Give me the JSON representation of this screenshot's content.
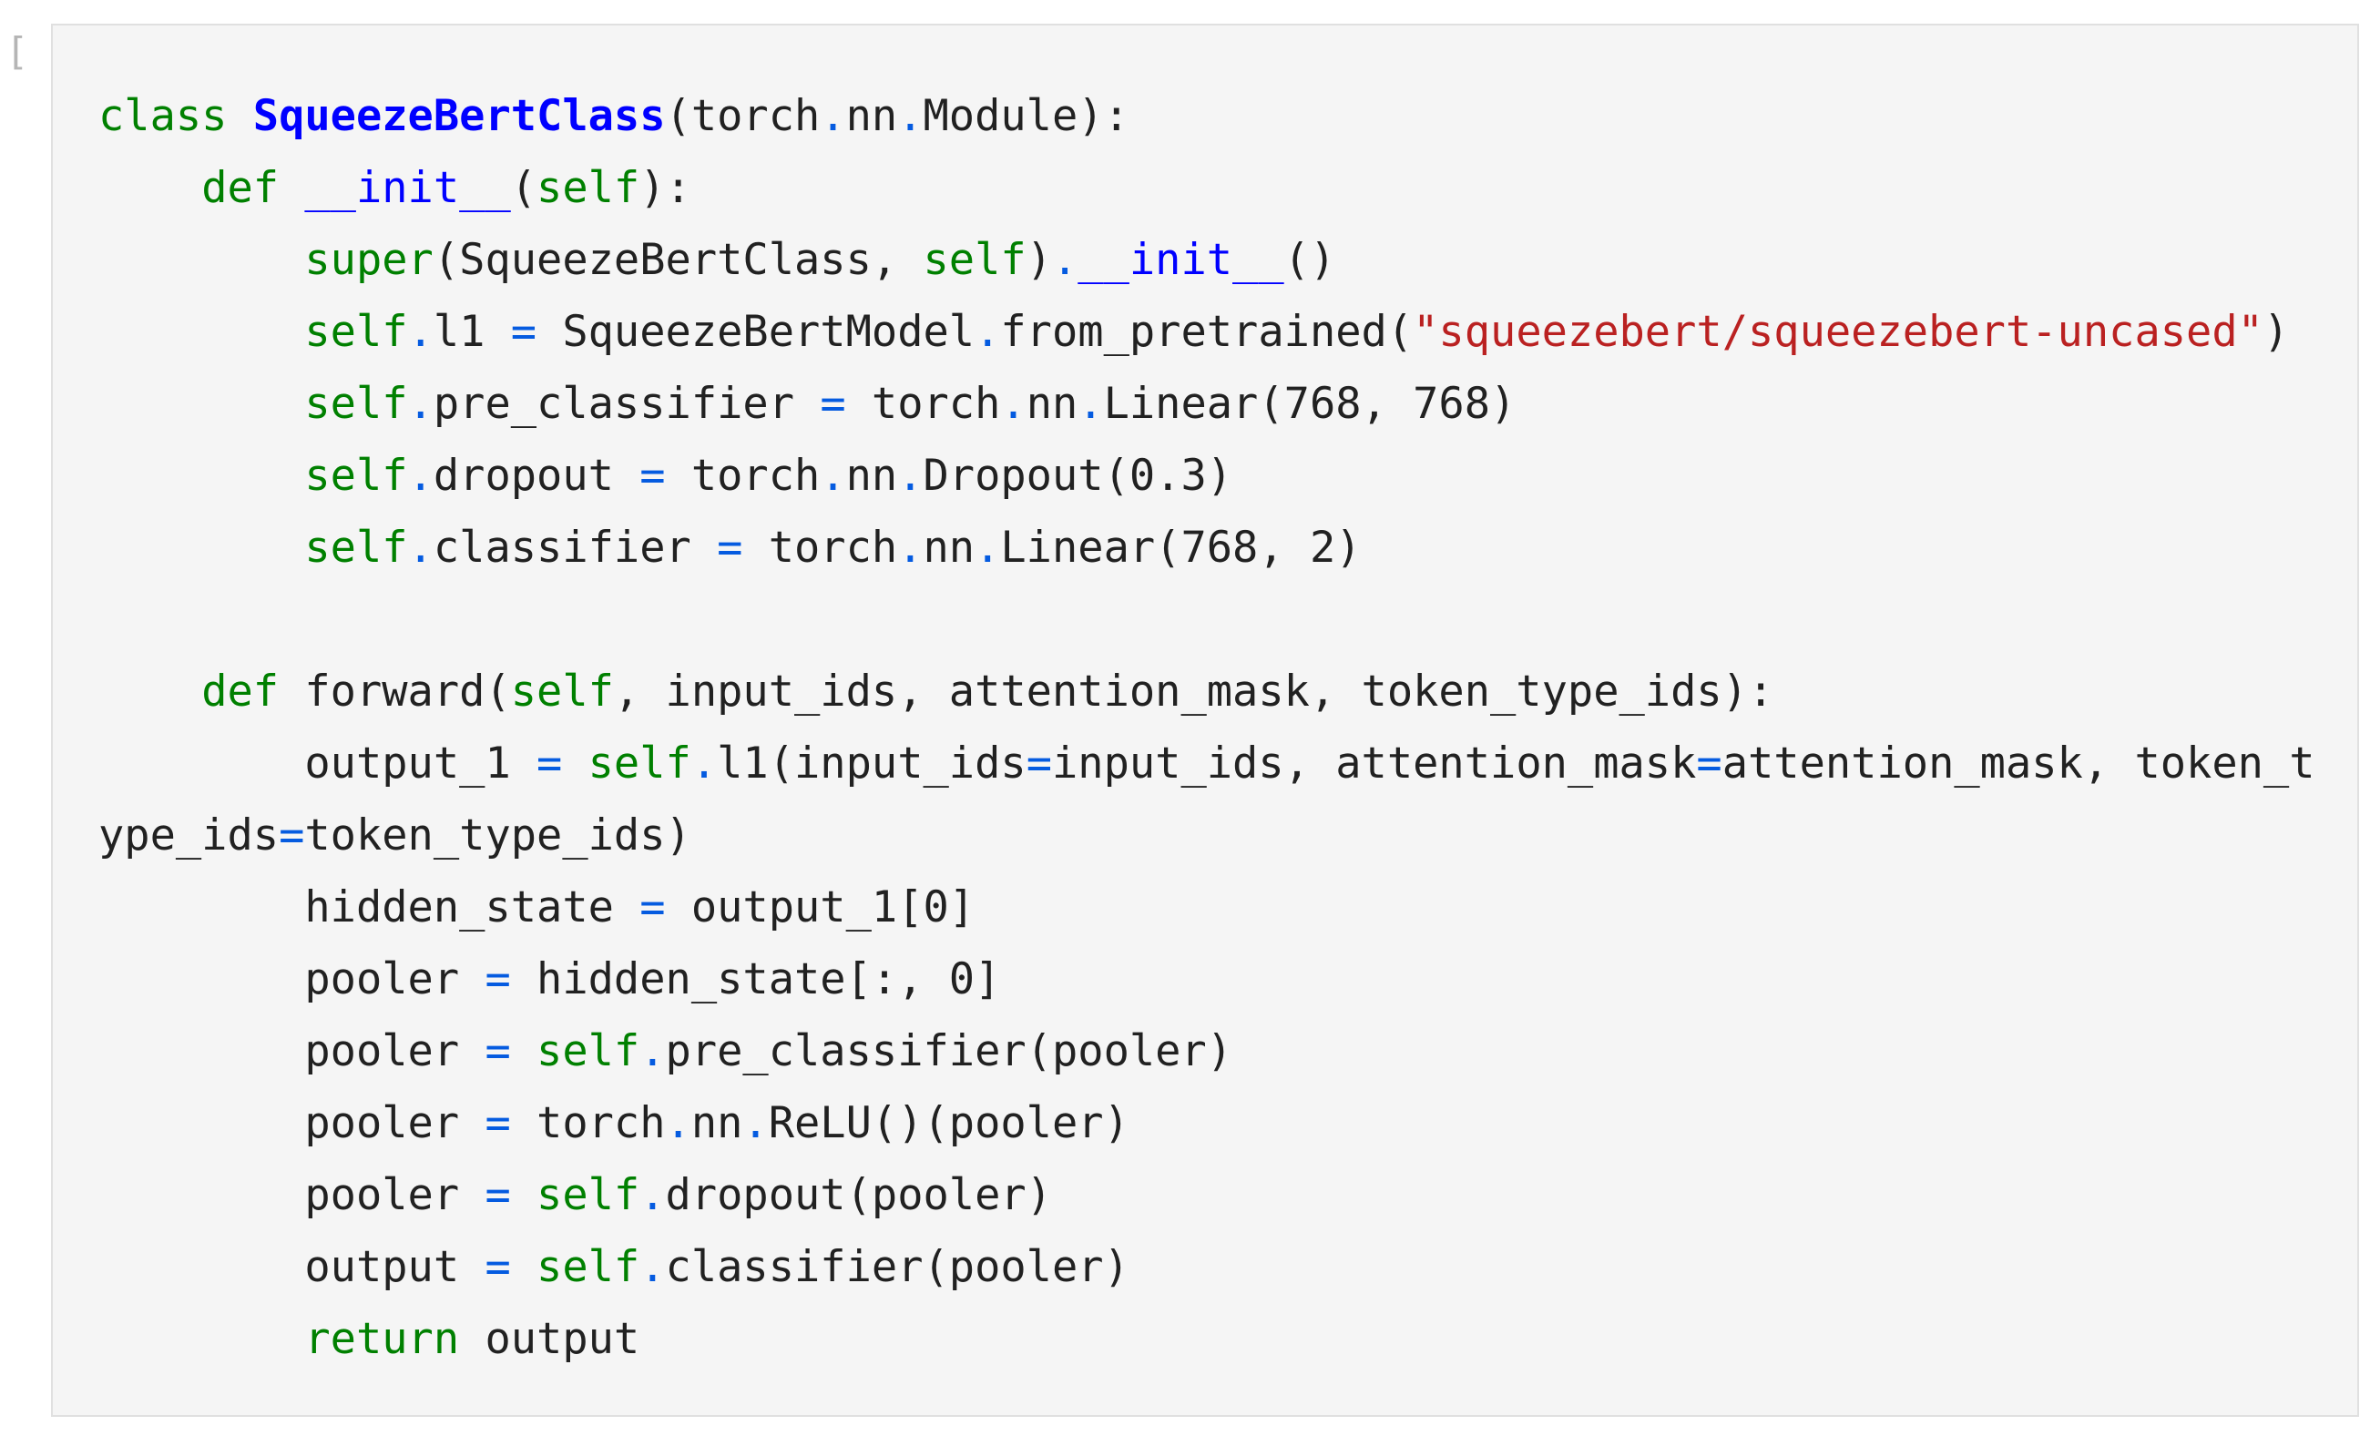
{
  "cell": {
    "prompt": "[ ]:"
  },
  "colors": {
    "keyword": "#008000",
    "class_name": "#0000ff",
    "function_name": "#0000ff",
    "operator": "#055be0",
    "string": "#ba2121",
    "default": "#212121",
    "cell_background": "#f5f5f5",
    "cell_border": "#e0e0e0"
  },
  "code_lines": [
    [
      [
        "kw",
        "class"
      ],
      [
        "nm",
        " "
      ],
      [
        "cls",
        "SqueezeBertClass"
      ],
      [
        "nm",
        "(torch"
      ],
      [
        "op",
        "."
      ],
      [
        "nm",
        "nn"
      ],
      [
        "op",
        "."
      ],
      [
        "nm",
        "Module):"
      ]
    ],
    [
      [
        "nm",
        "    "
      ],
      [
        "kw",
        "def"
      ],
      [
        "nm",
        " "
      ],
      [
        "fn",
        "__init__"
      ],
      [
        "nm",
        "("
      ],
      [
        "bi",
        "self"
      ],
      [
        "nm",
        "):"
      ]
    ],
    [
      [
        "nm",
        "        "
      ],
      [
        "bi",
        "super"
      ],
      [
        "nm",
        "(SqueezeBertClass, "
      ],
      [
        "bi",
        "self"
      ],
      [
        "nm",
        ")"
      ],
      [
        "op",
        "."
      ],
      [
        "fn",
        "__init__"
      ],
      [
        "nm",
        "()"
      ]
    ],
    [
      [
        "nm",
        "        "
      ],
      [
        "bi",
        "self"
      ],
      [
        "op",
        "."
      ],
      [
        "nm",
        "l1 "
      ],
      [
        "op",
        "="
      ],
      [
        "nm",
        " SqueezeBertModel"
      ],
      [
        "op",
        "."
      ],
      [
        "nm",
        "from_pretrained("
      ],
      [
        "str",
        "\"squeezebert/squeezebert-uncased\""
      ],
      [
        "nm",
        ")"
      ]
    ],
    [
      [
        "nm",
        "        "
      ],
      [
        "bi",
        "self"
      ],
      [
        "op",
        "."
      ],
      [
        "nm",
        "pre_classifier "
      ],
      [
        "op",
        "="
      ],
      [
        "nm",
        " torch"
      ],
      [
        "op",
        "."
      ],
      [
        "nm",
        "nn"
      ],
      [
        "op",
        "."
      ],
      [
        "nm",
        "Linear(768, 768)"
      ]
    ],
    [
      [
        "nm",
        "        "
      ],
      [
        "bi",
        "self"
      ],
      [
        "op",
        "."
      ],
      [
        "nm",
        "dropout "
      ],
      [
        "op",
        "="
      ],
      [
        "nm",
        " torch"
      ],
      [
        "op",
        "."
      ],
      [
        "nm",
        "nn"
      ],
      [
        "op",
        "."
      ],
      [
        "nm",
        "Dropout(0.3)"
      ]
    ],
    [
      [
        "nm",
        "        "
      ],
      [
        "bi",
        "self"
      ],
      [
        "op",
        "."
      ],
      [
        "nm",
        "classifier "
      ],
      [
        "op",
        "="
      ],
      [
        "nm",
        " torch"
      ],
      [
        "op",
        "."
      ],
      [
        "nm",
        "nn"
      ],
      [
        "op",
        "."
      ],
      [
        "nm",
        "Linear(768, 2)"
      ]
    ],
    [
      [
        "nm",
        ""
      ]
    ],
    [
      [
        "nm",
        "    "
      ],
      [
        "kw",
        "def"
      ],
      [
        "nm",
        " forward("
      ],
      [
        "bi",
        "self"
      ],
      [
        "nm",
        ", input_ids, attention_mask, token_type_ids):"
      ]
    ],
    [
      [
        "nm",
        "        output_1 "
      ],
      [
        "op",
        "="
      ],
      [
        "nm",
        " "
      ],
      [
        "bi",
        "self"
      ],
      [
        "op",
        "."
      ],
      [
        "nm",
        "l1(input_ids"
      ],
      [
        "op",
        "="
      ],
      [
        "nm",
        "input_ids, attention_mask"
      ],
      [
        "op",
        "="
      ],
      [
        "nm",
        "attention_mask, token_t"
      ]
    ],
    [
      [
        "nm",
        "ype_ids"
      ],
      [
        "op",
        "="
      ],
      [
        "nm",
        "token_type_ids)"
      ]
    ],
    [
      [
        "nm",
        "        hidden_state "
      ],
      [
        "op",
        "="
      ],
      [
        "nm",
        " output_1[0]"
      ]
    ],
    [
      [
        "nm",
        "        pooler "
      ],
      [
        "op",
        "="
      ],
      [
        "nm",
        " hidden_state[:, 0]"
      ]
    ],
    [
      [
        "nm",
        "        pooler "
      ],
      [
        "op",
        "="
      ],
      [
        "nm",
        " "
      ],
      [
        "bi",
        "self"
      ],
      [
        "op",
        "."
      ],
      [
        "nm",
        "pre_classifier(pooler)"
      ]
    ],
    [
      [
        "nm",
        "        pooler "
      ],
      [
        "op",
        "="
      ],
      [
        "nm",
        " torch"
      ],
      [
        "op",
        "."
      ],
      [
        "nm",
        "nn"
      ],
      [
        "op",
        "."
      ],
      [
        "nm",
        "ReLU()(pooler)"
      ]
    ],
    [
      [
        "nm",
        "        pooler "
      ],
      [
        "op",
        "="
      ],
      [
        "nm",
        " "
      ],
      [
        "bi",
        "self"
      ],
      [
        "op",
        "."
      ],
      [
        "nm",
        "dropout(pooler)"
      ]
    ],
    [
      [
        "nm",
        "        output "
      ],
      [
        "op",
        "="
      ],
      [
        "nm",
        " "
      ],
      [
        "bi",
        "self"
      ],
      [
        "op",
        "."
      ],
      [
        "nm",
        "classifier(pooler)"
      ]
    ],
    [
      [
        "nm",
        "        "
      ],
      [
        "kw",
        "return"
      ],
      [
        "nm",
        " output"
      ]
    ]
  ]
}
